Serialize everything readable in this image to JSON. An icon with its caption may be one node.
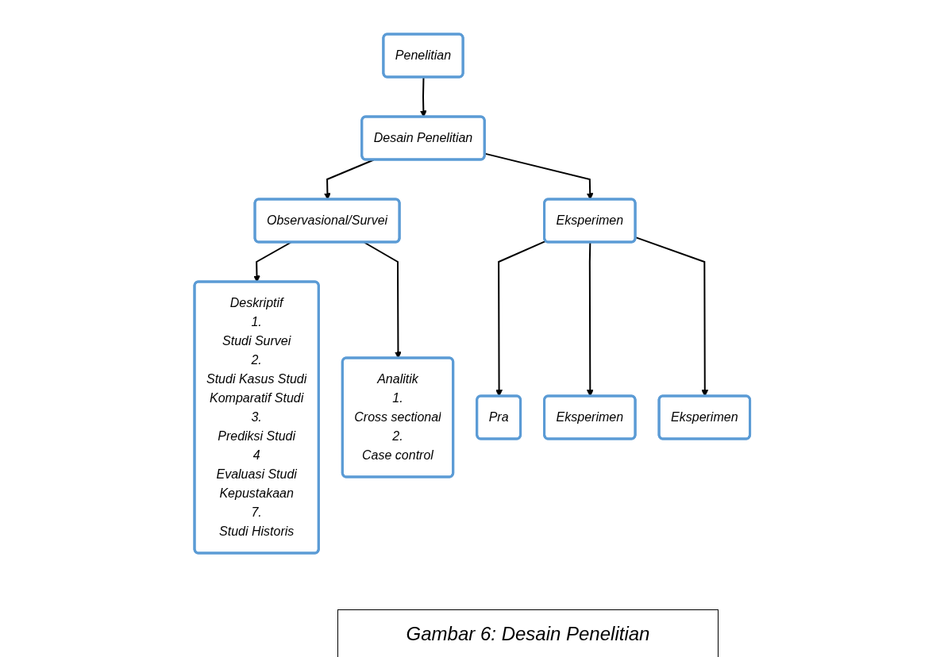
{
  "diagram": {
    "caption": "Gambar 6: Desain Penelitian",
    "nodes": [
      {
        "text": [
          "Penelitian"
        ]
      },
      {
        "text": [
          "Desain Penelitian"
        ]
      },
      {
        "text": [
          "Observasional/Survei"
        ]
      },
      {
        "text": [
          "Eksperimen"
        ]
      },
      {
        "text": [
          "Deskriptif",
          "1.",
          "Studi Survei",
          "2.",
          "Studi Kasus Studi",
          "Komparatif Studi",
          "3.",
          "Prediksi Studi",
          "4",
          "Evaluasi Studi",
          "Kepustakaan",
          "7.",
          "Studi Historis"
        ]
      },
      {
        "text": [
          "Analitik",
          "1.",
          "Cross sectional",
          "2.",
          "Case control"
        ]
      },
      {
        "text": [
          "Pra"
        ]
      },
      {
        "text": [
          "Eksperimen"
        ]
      },
      {
        "text": [
          "Eksperimen"
        ]
      }
    ],
    "edges": [
      {
        "from": 0,
        "to": 1,
        "arrow": "to"
      },
      {
        "from": 1,
        "to": 2,
        "arrow": "to"
      },
      {
        "from": 1,
        "to": 3,
        "arrow": "to"
      },
      {
        "from": 2,
        "to": 4,
        "arrow": "to"
      },
      {
        "from": 2,
        "to": 5,
        "arrow": "to"
      },
      {
        "from": 3,
        "to": 6,
        "arrow": "to"
      },
      {
        "from": 3,
        "to": 7,
        "arrow": "to"
      },
      {
        "from": 3,
        "to": 8,
        "arrow": "to"
      }
    ]
  }
}
